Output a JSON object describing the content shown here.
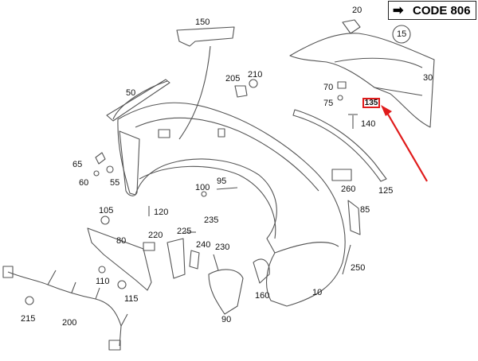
{
  "code_box": {
    "arrow_icon": "right-arrow-icon",
    "label": "CODE 806"
  },
  "highlight": {
    "label": "135",
    "color": "#e01b1b"
  },
  "callouts": [
    "150",
    "20",
    "15",
    "210",
    "205",
    "30",
    "50",
    "70",
    "75",
    "140",
    "65",
    "60",
    "55",
    "95",
    "100",
    "260",
    "125",
    "105",
    "120",
    "85",
    "235",
    "80",
    "220",
    "225",
    "240",
    "230",
    "250",
    "110",
    "115",
    "160",
    "10",
    "215",
    "200",
    "90"
  ],
  "colors": {
    "line": "#555555",
    "part_fill": "#ffffff",
    "pointer": "#e01b1b"
  }
}
